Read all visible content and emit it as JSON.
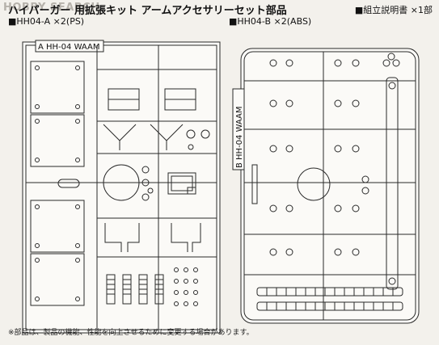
{
  "watermark": {
    "text": "HOBBY SEARCH"
  },
  "header": {
    "title": "ハイパーガー 用拡張キット アームアクセサリーセット部品",
    "manual": "■組立説明書 ×1部"
  },
  "sprues": [
    {
      "heading": "■HH04-A ×2(PS)",
      "plate_label": "A HH-04 WAAM"
    },
    {
      "heading": "■HH04-B ×2(ABS)",
      "plate_label": "B HH-04 WAAM"
    }
  ],
  "footer": {
    "note": "※部品は、製品の機能、性能を向上させるために変更する場合があります。"
  },
  "colors": {
    "background": "#f3f1ec",
    "line": "#2a2a2a",
    "plate": "#fbfaf7"
  }
}
